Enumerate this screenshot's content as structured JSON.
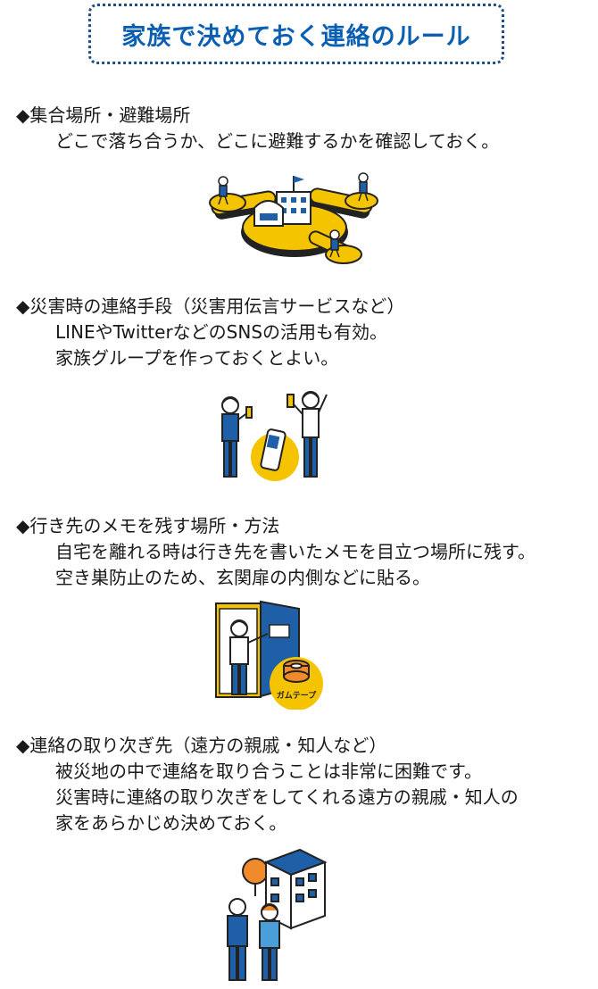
{
  "title": "家族で決めておく連絡のルール",
  "colors": {
    "title": "#0b5fb3",
    "border": "#1d4f86",
    "accent": "#f5c400",
    "figure": "#1f5fa8"
  },
  "sections": [
    {
      "heading": "◆集合場所・避難場所",
      "lines": [
        "どこで落ち合うか、どこに避難するかを確認しておく。"
      ]
    },
    {
      "heading": "◆災害時の連絡手段（災害用伝言サービスなど）",
      "lines": [
        "LINEやTwitterなどのSNSの活用も有効。",
        "家族グループを作っておくとよい。"
      ]
    },
    {
      "heading": "◆行き先のメモを残す場所・方法",
      "lines": [
        "自宅を離れる時は行き先を書いたメモを目立つ場所に残す。",
        "空き巣防止のため、玄関扉の内側などに貼る。"
      ]
    },
    {
      "heading": "◆連絡の取り次ぎ先（遠方の親戚・知人など）",
      "lines": [
        "被災地の中で連絡を取り合うことは非常に困難です。",
        "災害時に連絡の取り次ぎをしてくれる遠方の親戚・知人の",
        "家をあらかじめ決めておく。"
      ]
    }
  ],
  "illustrations": {
    "tape_label": "ガムテープ"
  }
}
